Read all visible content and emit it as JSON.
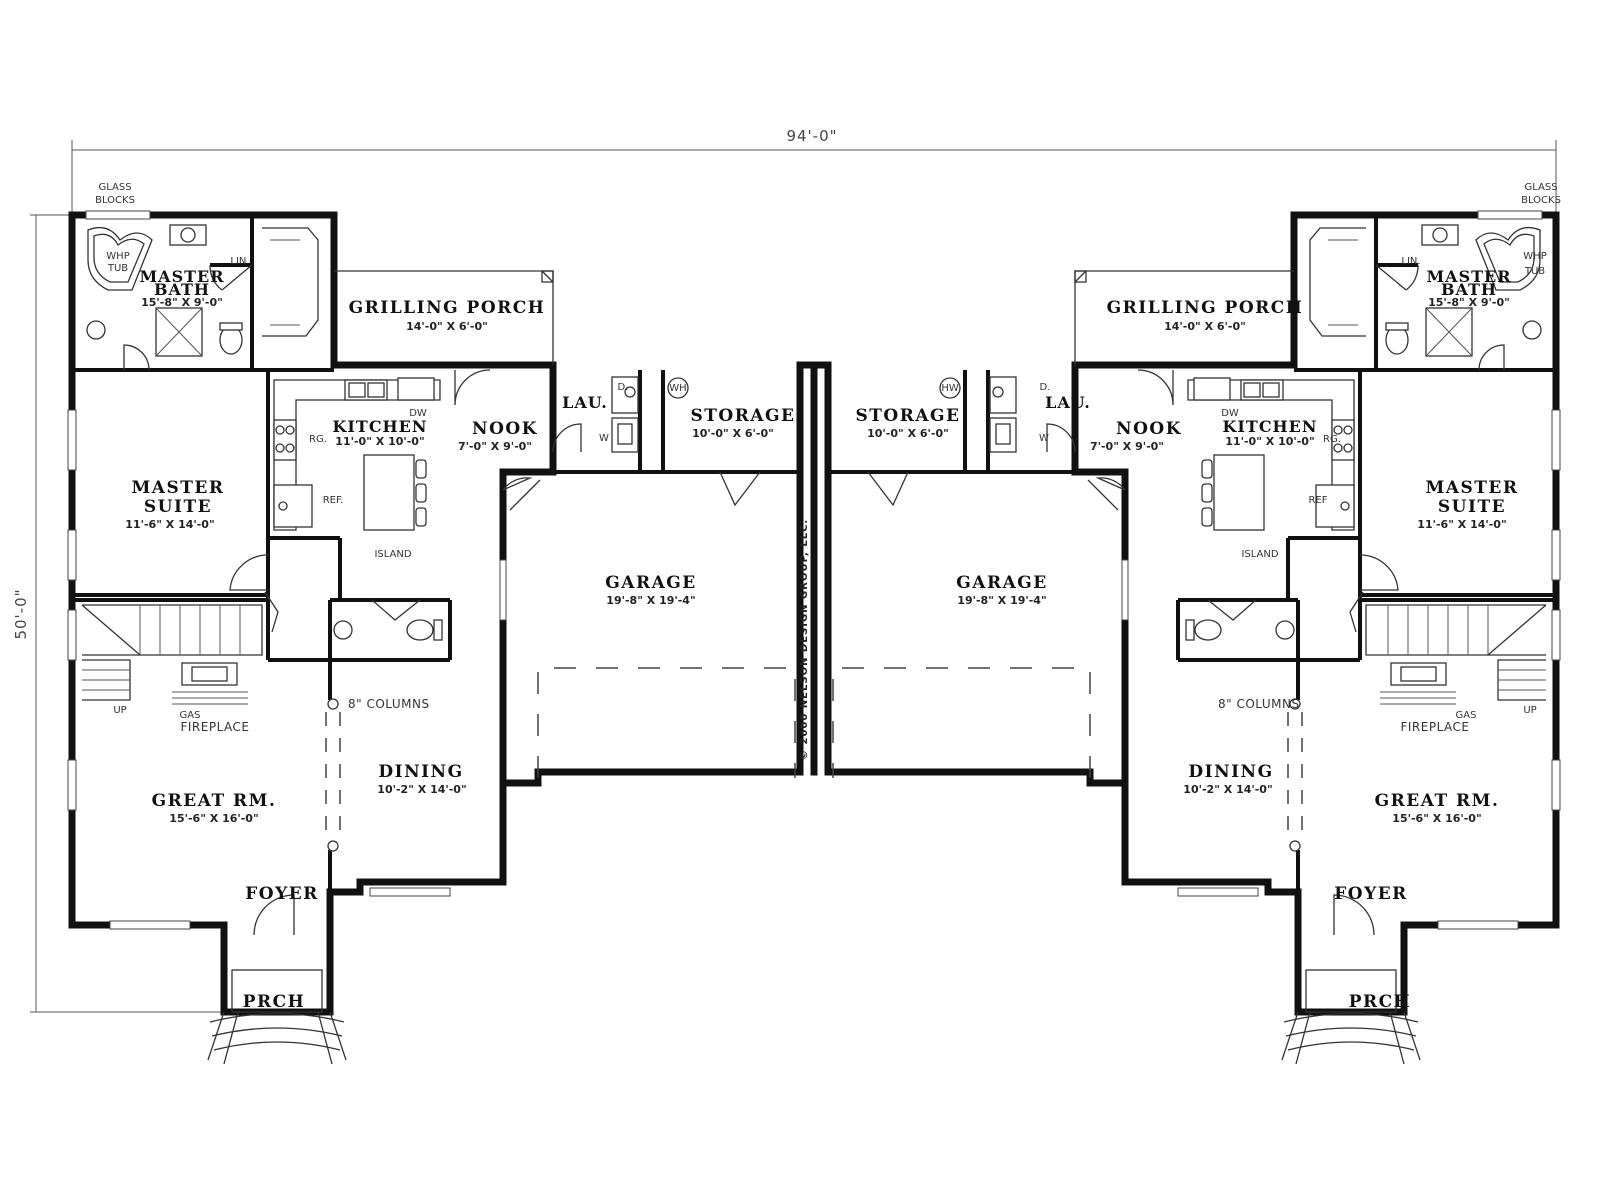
{
  "overall": {
    "width": "94'-0\"",
    "depth": "50'-0\""
  },
  "copyright": "© 2000 NELSON DESIGN GROUP, LLC.",
  "notes": {
    "glass_blocks_1": "GLASS",
    "glass_blocks_2": "BLOCKS",
    "whp_1": "WHP",
    "whp_2": "TUB",
    "lin": "LIN.",
    "dw": "DW",
    "rg": "RG.",
    "ref": "REF.",
    "ref_right": "REF",
    "island": "ISLAND",
    "dryer": "D.",
    "washer": "W",
    "water_heater": "WH",
    "columns": "8\" COLUMNS",
    "gas": "GAS",
    "fireplace": "FIREPLACE",
    "up": "UP"
  },
  "rooms": {
    "master_bath": {
      "line1": "MASTER",
      "line2": "BATH",
      "dim": "15'-8\" X 9'-0\""
    },
    "grilling_porch": {
      "name": "GRILLING PORCH",
      "dim": "14'-0\" X 6'-0\""
    },
    "kitchen": {
      "name": "KITCHEN",
      "dim": "11'-0\" X 10'-0\""
    },
    "nook": {
      "name": "NOOK",
      "dim": "7'-0\" X 9'-0\""
    },
    "laundry": {
      "name": "LAU."
    },
    "storage": {
      "name": "STORAGE",
      "dim": "10'-0\" X 6'-0\""
    },
    "master_suite": {
      "line1": "MASTER",
      "line2": "SUITE",
      "dim": "11'-6\" X 14'-0\""
    },
    "garage": {
      "name": "GARAGE",
      "dim": "19'-8\" X 19'-4\""
    },
    "dining": {
      "name": "DINING",
      "dim": "10'-2\" X 14'-0\""
    },
    "great_room": {
      "name": "GREAT RM.",
      "dim": "15'-6\" X 16'-0\""
    },
    "foyer": {
      "name": "FOYER"
    },
    "porch": {
      "name": "PRCH"
    }
  }
}
